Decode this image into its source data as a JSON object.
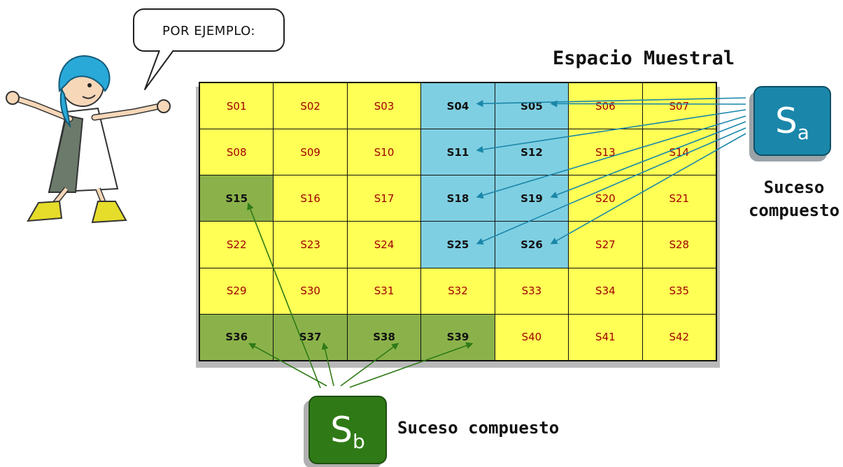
{
  "speech_bubble": {
    "text": "POR EJEMPLO:"
  },
  "title": "Espacio Muestral",
  "grid": {
    "rows": [
      [
        {
          "label": "S01",
          "state": "y"
        },
        {
          "label": "S02",
          "state": "y"
        },
        {
          "label": "S03",
          "state": "y"
        },
        {
          "label": "S04",
          "state": "b"
        },
        {
          "label": "S05",
          "state": "b"
        },
        {
          "label": "S06",
          "state": "y"
        },
        {
          "label": "S07",
          "state": "y"
        }
      ],
      [
        {
          "label": "S08",
          "state": "y"
        },
        {
          "label": "S09",
          "state": "y"
        },
        {
          "label": "S10",
          "state": "y"
        },
        {
          "label": "S11",
          "state": "b"
        },
        {
          "label": "S12",
          "state": "b"
        },
        {
          "label": "S13",
          "state": "y"
        },
        {
          "label": "S14",
          "state": "y"
        }
      ],
      [
        {
          "label": "S15",
          "state": "g"
        },
        {
          "label": "S16",
          "state": "y"
        },
        {
          "label": "S17",
          "state": "y"
        },
        {
          "label": "S18",
          "state": "b"
        },
        {
          "label": "S19",
          "state": "b"
        },
        {
          "label": "S20",
          "state": "y"
        },
        {
          "label": "S21",
          "state": "y"
        }
      ],
      [
        {
          "label": "S22",
          "state": "y"
        },
        {
          "label": "S23",
          "state": "y"
        },
        {
          "label": "S24",
          "state": "y"
        },
        {
          "label": "S25",
          "state": "b"
        },
        {
          "label": "S26",
          "state": "b"
        },
        {
          "label": "S27",
          "state": "y"
        },
        {
          "label": "S28",
          "state": "y"
        }
      ],
      [
        {
          "label": "S29",
          "state": "y"
        },
        {
          "label": "S30",
          "state": "y"
        },
        {
          "label": "S31",
          "state": "y"
        },
        {
          "label": "S32",
          "state": "y"
        },
        {
          "label": "S33",
          "state": "y"
        },
        {
          "label": "S34",
          "state": "y"
        },
        {
          "label": "S35",
          "state": "y"
        }
      ],
      [
        {
          "label": "S36",
          "state": "g"
        },
        {
          "label": "S37",
          "state": "g"
        },
        {
          "label": "S38",
          "state": "g"
        },
        {
          "label": "S39",
          "state": "g"
        },
        {
          "label": "S40",
          "state": "y"
        },
        {
          "label": "S41",
          "state": "y"
        },
        {
          "label": "S42",
          "state": "y"
        }
      ]
    ]
  },
  "event_a": {
    "symbol": "S",
    "subscript": "a",
    "label_line1": "Suceso",
    "label_line2": "compuesto",
    "color": "#1a87aa",
    "targets": [
      "S04",
      "S05",
      "S11",
      "S18",
      "S19",
      "S25",
      "S26"
    ]
  },
  "event_b": {
    "symbol": "S",
    "subscript": "b",
    "label": "Suceso compuesto",
    "color": "#2f7a16",
    "targets": [
      "S15",
      "S36",
      "S37",
      "S38",
      "S39"
    ]
  },
  "colors": {
    "yellow": "#ffff55",
    "blue": "#7fcfe2",
    "green": "#8bb24a"
  }
}
